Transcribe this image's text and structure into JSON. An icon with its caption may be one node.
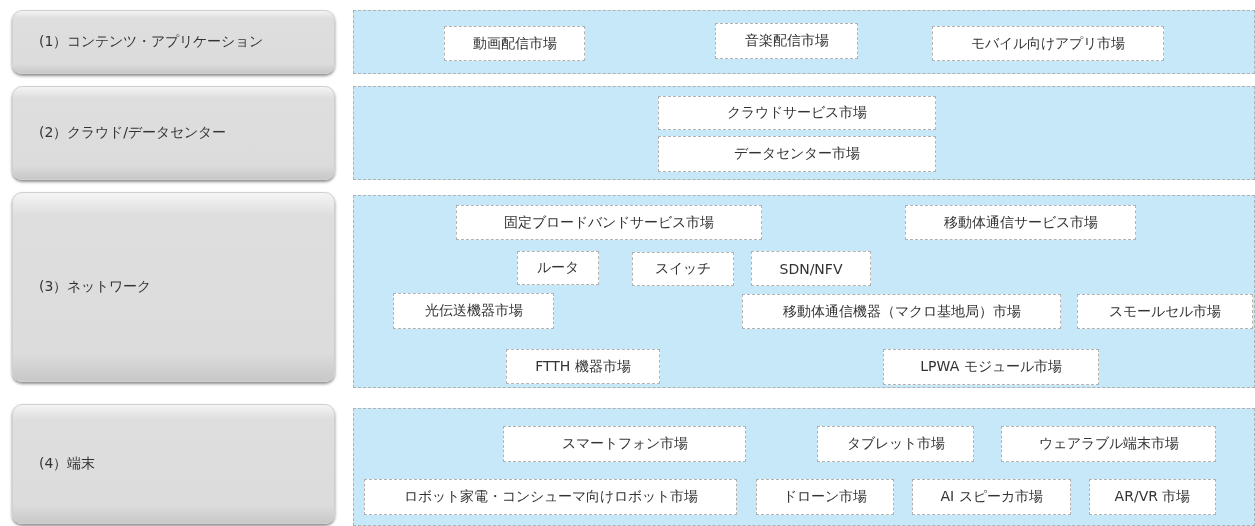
{
  "diagram": {
    "nodes": [
      {
        "text": [
          "(1）コンテンツ・アプリケーション"
        ]
      },
      {
        "text": [],
        "shape": "box"
      },
      {
        "text": [
          "動画配信市場"
        ],
        "in": 1
      },
      {
        "text": [
          "音楽配信市場"
        ],
        "in": 1
      },
      {
        "text": [
          "モバイル向けアプリ市場"
        ],
        "in": 1
      },
      {
        "text": [
          "(2）クラウド/データセンター"
        ]
      },
      {
        "text": [],
        "shape": "box"
      },
      {
        "text": [
          "クラウドサービス市場"
        ],
        "in": 6
      },
      {
        "text": [
          "データセンター市場"
        ],
        "in": 6
      },
      {
        "text": [
          "(3）ネットワーク"
        ]
      },
      {
        "text": [],
        "shape": "box"
      },
      {
        "text": [
          "固定ブロードバンドサービス市場"
        ],
        "in": 10
      },
      {
        "text": [
          "移動体通信サービス市場"
        ],
        "in": 10
      },
      {
        "text": [
          "ルータ"
        ],
        "in": 10
      },
      {
        "text": [
          "スイッチ"
        ],
        "in": 10
      },
      {
        "text": [
          "SDN/NFV"
        ],
        "in": 10
      },
      {
        "text": [
          "光伝送機器市場"
        ],
        "in": 10
      },
      {
        "text": [
          "移動体通信機器（マクロ基地局）市場"
        ],
        "in": 10
      },
      {
        "text": [
          "スモールセル市場"
        ],
        "in": 10
      },
      {
        "text": [
          "FTTH 機器市場"
        ],
        "in": 10
      },
      {
        "text": [
          "LPWA モジュール市場"
        ],
        "in": 10
      },
      {
        "text": [
          "(4）端末"
        ]
      },
      {
        "text": [],
        "shape": "box"
      },
      {
        "text": [
          "スマートフォン市場"
        ],
        "in": 22
      },
      {
        "text": [
          "タブレット市場"
        ],
        "in": 22
      },
      {
        "text": [
          "ウェアラブル端末市場"
        ],
        "in": 22
      },
      {
        "text": [
          "ロボット家電・コンシューマ向けロボット市場"
        ],
        "in": 22
      },
      {
        "text": [
          "ドローン市場"
        ],
        "in": 22
      },
      {
        "text": [
          "AI スピーカ市場"
        ],
        "in": 22
      },
      {
        "text": [
          "AR/VR 市場"
        ],
        "in": 22
      }
    ]
  }
}
